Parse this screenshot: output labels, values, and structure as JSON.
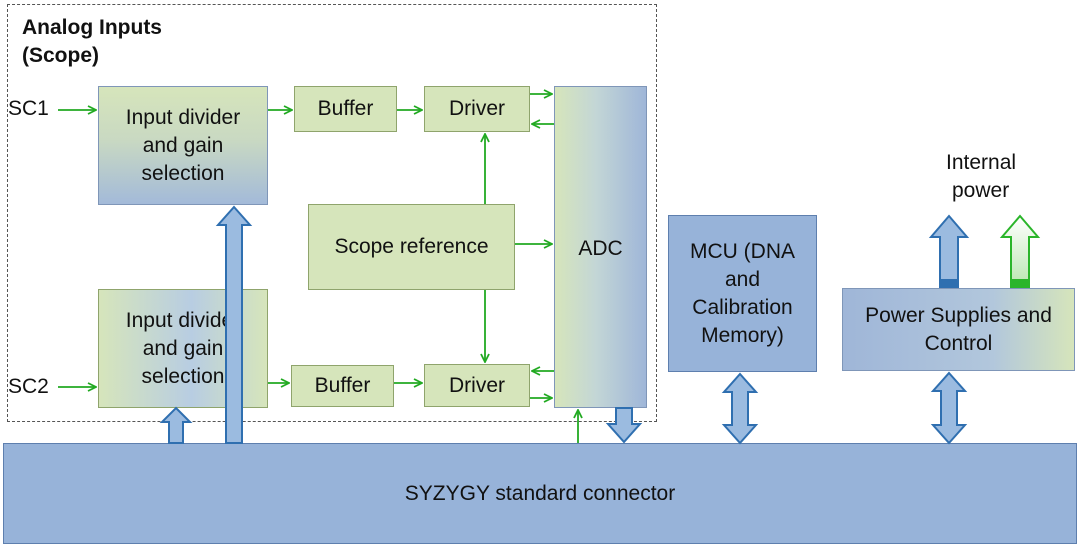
{
  "group": {
    "title_line1": "Analog Inputs",
    "title_line2": "(Scope)"
  },
  "inputs": {
    "sc1": "SC1",
    "sc2": "SC2"
  },
  "blocks": {
    "divider1": "Input divider and gain selection",
    "divider2": "Input divider and gain selection",
    "buffer1": "Buffer",
    "buffer2": "Buffer",
    "driver1": "Driver",
    "driver2": "Driver",
    "scope_reference": "Scope reference",
    "adc": "ADC",
    "mcu": "MCU (DNA and Calibration Memory)",
    "power": "Power Supplies and Control",
    "connector": "SYZYGY standard connector"
  },
  "internal_power": {
    "line1": "Internal",
    "line2": "power"
  },
  "colors": {
    "green_block": "#d6e5bb",
    "blue_block": "#97b3d9",
    "signal_arrow": "#22aa22",
    "bus_arrow_fill": "#9bbbe0",
    "bus_arrow_stroke": "#2f6fb0",
    "power_arrow_green": "#2ab52a",
    "power_arrow_blue": "#2f6fb0"
  }
}
